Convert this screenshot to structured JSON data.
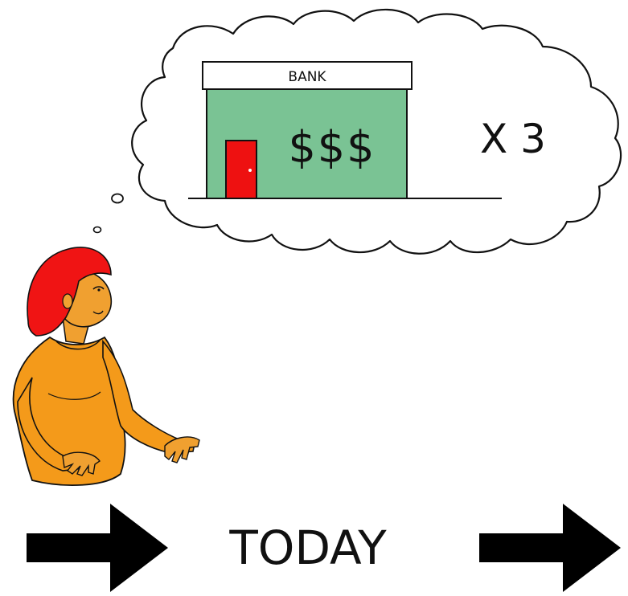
{
  "thought": {
    "bank_sign": "BANK",
    "money_label": "$$$",
    "multiplier_label": "X 3"
  },
  "timeline": {
    "label": "TODAY"
  },
  "colors": {
    "bank_wall": "#7ac394",
    "bank_door": "#ee1111",
    "hair": "#f01414",
    "shirt": "#f49a1a",
    "skin": "#f0a030",
    "arrow": "#000000"
  },
  "icons": {
    "left_arrow": "right-arrow-icon",
    "right_arrow": "right-arrow-icon",
    "bank": "bank-building-icon",
    "person": "woman-figure",
    "thought": "thought-bubble"
  }
}
